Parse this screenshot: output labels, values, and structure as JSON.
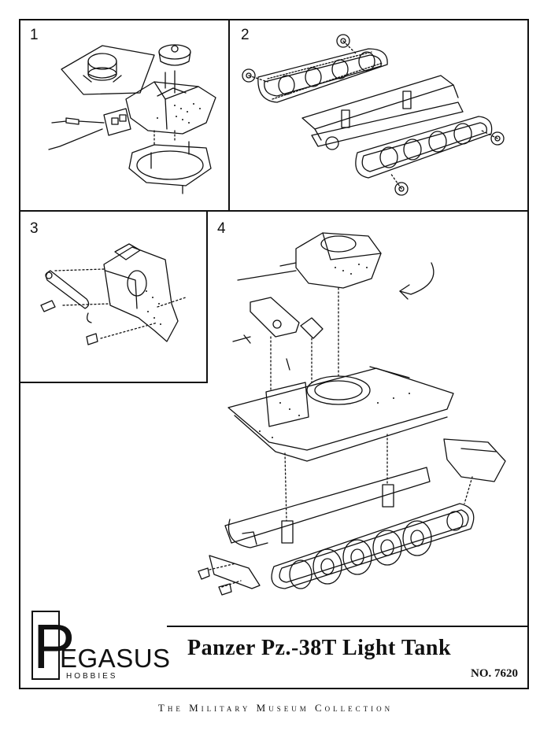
{
  "steps": [
    {
      "number": "1"
    },
    {
      "number": "2"
    },
    {
      "number": "3"
    },
    {
      "number": "4"
    }
  ],
  "footer": {
    "title": "Panzer Pz.-38T Light Tank",
    "product_number": "NO. 7620",
    "logo": {
      "initial": "P",
      "word": "EGASUS",
      "subline": "HOBBIES"
    },
    "collection": "The Military Museum Collection"
  }
}
